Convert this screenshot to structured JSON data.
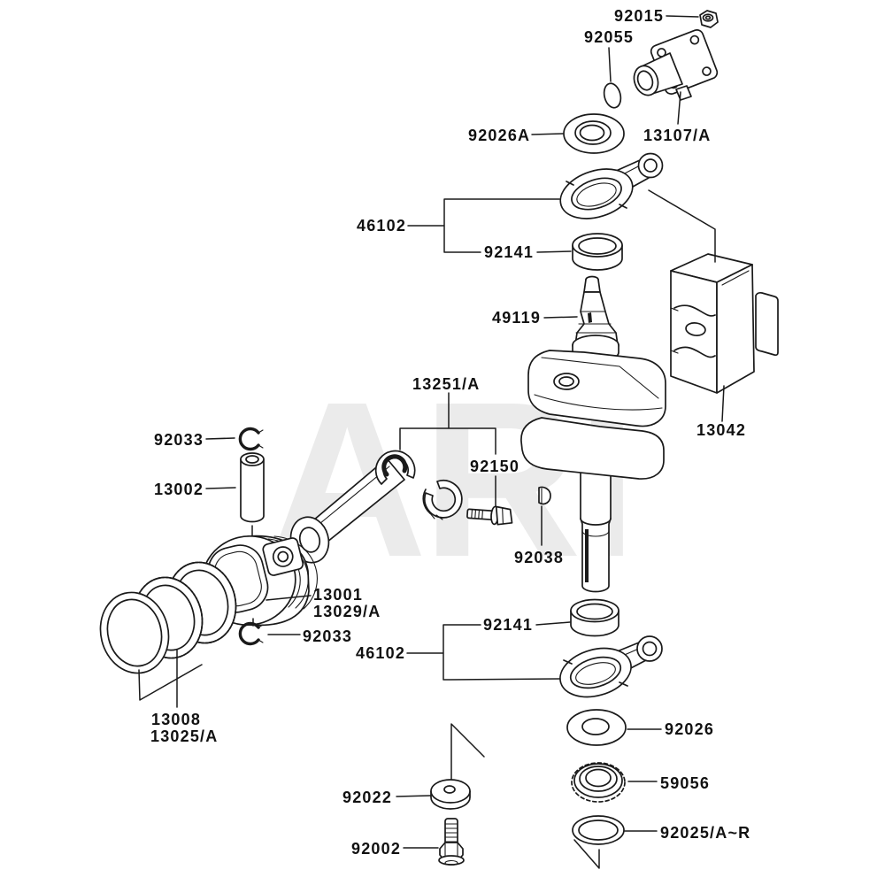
{
  "diagram": {
    "watermark": "ARI",
    "colors": {
      "line": "#1a1a1a",
      "watermark": "#ebebeb",
      "background": "#ffffff"
    },
    "labels": {
      "p92015": "92015",
      "p92055": "92055",
      "p13107": "13107/A",
      "p92026a": "92026A",
      "p46102_top": "46102",
      "p92141_top": "92141",
      "p49119": "49119",
      "p13042": "13042",
      "p13251": "13251/A",
      "p92150": "92150",
      "p92038": "92038",
      "p92033_top": "92033",
      "p13002": "13002",
      "p13001": "13001",
      "p13029": "13029/A",
      "p92033_bottom": "92033",
      "p13008": "13008",
      "p13025": "13025/A",
      "p46102_bottom": "46102",
      "p92141_bottom": "92141",
      "p92026": "92026",
      "p59056": "59056",
      "p92025": "92025/A~R",
      "p92022": "92022",
      "p92002": "92002"
    }
  }
}
